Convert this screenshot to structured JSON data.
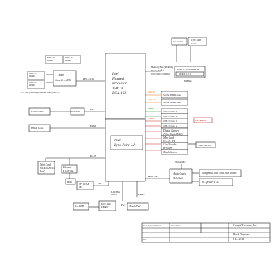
{
  "cpu": {
    "l1": "Intel",
    "l2": "Haswell",
    "l3": "Processor",
    "l4": "15W DC",
    "l5": "BGA1168"
  },
  "pch": {
    "l1": "Intel",
    "l2": "Lynx Point-LP"
  },
  "gpu": {
    "l1": "AMD",
    "l2": "Venus Pro , 25W",
    "caption": "Venus Pro(HD8690M)(GB 4086/ 128bit@56bps)",
    "vram": [
      "128M*16",
      "DDR3/5",
      "128M*16",
      "DDR3/5",
      "128M*16",
      "DDR3/5",
      "128M*16",
      "DDR3/5"
    ]
  },
  "memory": {
    "bus1": "Memory Bus (DDR3L)",
    "bus2": "Dual Channel",
    "bus3": "1.35V DDR3 1600 MHz",
    "dimm1": "DDR3L SO-DIMM X2",
    "dimm2": "BANK 0, 1, 2, 3",
    "dimm_cap": "8GB Max"
  },
  "top_right": {
    "fan": "Fan Control",
    "cpu_xdp": "CPU XDP",
    "cpu_xdp2": "Conn."
  },
  "labels": {
    "peg": "PEG 2.0 x4",
    "edp": "eDP",
    "hdmi": "HDMI",
    "pcie": "PCI-E",
    "spi": "SPI",
    "lpc": "LPC Bus",
    "lpc_freq": "33MHz",
    "hd_audio": "HD Audio",
    "digital_mic": "Digital Mic",
    "sata3": "SATA3.0",
    "sata": "SATA 2.0",
    "usb30": "USB 3.0",
    "usb20": "USB 2.0",
    "smbus": "SMBus",
    "ps2": "PS/2",
    "rtd": "RTD2136R"
  },
  "left": {
    "lvds": "LVDS Conn.",
    "hdmi": "HDMI Conn.",
    "minicard1": "Mini Card",
    "minicard2": "WLAN&BT4.0",
    "minicard3": "Half",
    "eth1": "Ethernet",
    "eth2": "RTL8106E",
    "rj45": "RJ45",
    "spirom1": "SPI ROM",
    "spirom2": "6M",
    "intkbd": "Int.KBD",
    "kbc1": "ENE KBC",
    "kbc2": "KB9012",
    "touchpad": "Touch Pad"
  },
  "right": {
    "sata_hdd": "SATA HDD Conn.",
    "sata_odd": "SATA ODD Conn.",
    "usb30_conn1": "USB 3.0 Conn. 1",
    "usb30_conn2": "USB 3.0 Conn. 2",
    "usb20_conn1": "USB 2.0 Conn. 1",
    "usb20_conn2": "USB 2.0 Conn. 2",
    "cam1": "Digital Camera",
    "cam2": "(With Digital MIC)",
    "minicard": "Mini Card",
    "minicard2": "WLAN+BT",
    "cardreader1": "Card Reader",
    "cardreader2": "RTS5170",
    "touchscreen": "Touch Screen",
    "sixinone": "3 in 1 Socket",
    "codec1": "Audio Codec",
    "codec2": "ALC3225",
    "hp": "Headphone Jack / Mic Jack combo",
    "spk": "Int. Speaker R / L",
    "reader_note": "Card Reader"
  },
  "title_block": {
    "company": "Compal Electronic, Inc.",
    "doc": "Block Diagram",
    "model": "LA-A401P",
    "sec": "Security Classification",
    "issued": "Issued Date",
    "rev": "Rev"
  },
  "colors": {
    "wire": "#1a1a1a",
    "sata": "#d9701a",
    "usb30": "#1d8a1d",
    "usb20": "#cc2222"
  }
}
